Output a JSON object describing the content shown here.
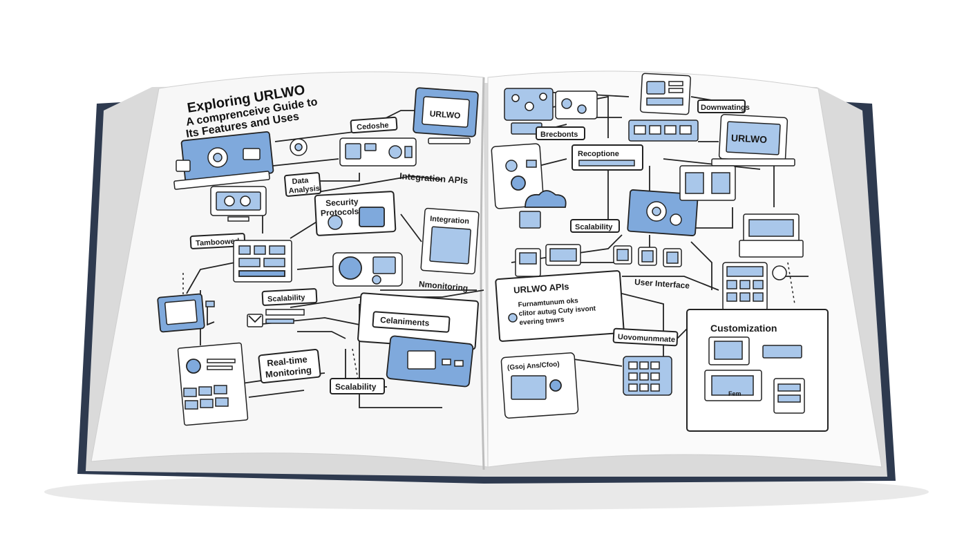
{
  "book": {
    "title_line1": "Exploring URLWO",
    "title_line2": "A comprenceive Guide to",
    "title_line3": "Its Features and Uses",
    "colors": {
      "cover": "#2e3a4f",
      "accent": "#7fa9dc",
      "ink": "#222222",
      "page": "#f7f7f7"
    }
  },
  "left_page": {
    "labels": {
      "codeshe": "Cedoshe",
      "monitor_urlwo": "URLWO",
      "data_analysis_1": "Data",
      "data_analysis_2": "Analysis",
      "integration_apis": "Integration APIs",
      "security_1": "Security",
      "security_2": "Protocols",
      "tamboowed": "Tamboowed",
      "integration": "Integration",
      "scalability_a": "Scalability",
      "nmonitoring": "Nmonitoring",
      "celaniments": "Celaniments",
      "realtime_1": "Real-time",
      "realtime_2": "Monitoring",
      "scalability_b": "Scalability"
    }
  },
  "right_page": {
    "labels": {
      "downwatings": "Downwatings",
      "brecbonts": "Brecbonts",
      "recoptione": "Recoptione",
      "urlwo": "URLWO",
      "scalability": "Scalability",
      "urlwo_apis": "URLWO APIs",
      "apis_text1": "Furnamtunum oks",
      "apis_text2": "clitor autug Cuty isvont",
      "apis_text3": "evering tnwrs",
      "user_interface": "User Interface",
      "customization": "Customization",
      "uovomunmnate": "Uovomunmnate",
      "flow_label": "(Gsoj Ans/Cfoo)",
      "fem_tag": "Fem"
    }
  }
}
